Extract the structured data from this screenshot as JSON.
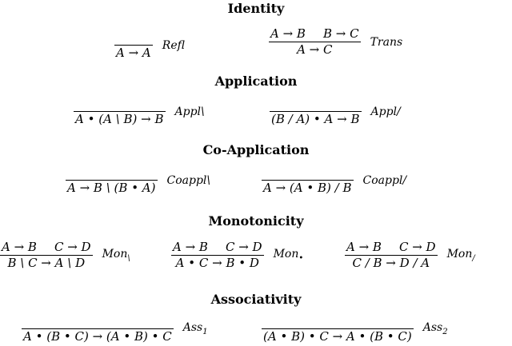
{
  "headings": {
    "identity": "Identity",
    "application": "Application",
    "coapplication": "Co-Application",
    "monotonicity": "Monotonicity",
    "associativity": "Associativity"
  },
  "rules": {
    "refl": {
      "premises": [
        "",
        ""
      ],
      "conclusion": "A → A",
      "label": "Refl"
    },
    "trans": {
      "premises": [
        "A → B",
        "B → C"
      ],
      "conclusion": "A → C",
      "label": "Trans"
    },
    "appl_back": {
      "premises": [
        "",
        ""
      ],
      "conclusion": "A • (A \\ B) → B",
      "label": "Appl\\"
    },
    "appl_fwd": {
      "premises": [
        "",
        ""
      ],
      "conclusion": "(B / A) • A → B",
      "label": "Appl/"
    },
    "coappl_back": {
      "premises": [
        "",
        ""
      ],
      "conclusion": "A → B \\ (B • A)",
      "label": "Coappl\\"
    },
    "coappl_fwd": {
      "premises": [
        "",
        ""
      ],
      "conclusion": "A → (A • B) / B",
      "label": "Coappl/"
    },
    "mon_back": {
      "premises": [
        "A → B",
        "C → D"
      ],
      "conclusion": "B \\ C → A \\ D",
      "label": "Mon",
      "sub": "\\"
    },
    "mon_bullet": {
      "premises": [
        "A → B",
        "C → D"
      ],
      "conclusion": "A • C → B • D",
      "label": "Mon",
      "sub": "•"
    },
    "mon_fwd": {
      "premises": [
        "A → B",
        "C → D"
      ],
      "conclusion": "C / B → D / A",
      "label": "Mon",
      "sub": "/"
    },
    "ass1": {
      "premises": [
        "",
        ""
      ],
      "conclusion": "A • (B • C) → (A • B) • C",
      "label": "Ass",
      "sub": "1"
    },
    "ass2": {
      "premises": [
        "",
        ""
      ],
      "conclusion": "(A • B) • C → A • (B • C)",
      "label": "Ass",
      "sub": "2"
    }
  }
}
